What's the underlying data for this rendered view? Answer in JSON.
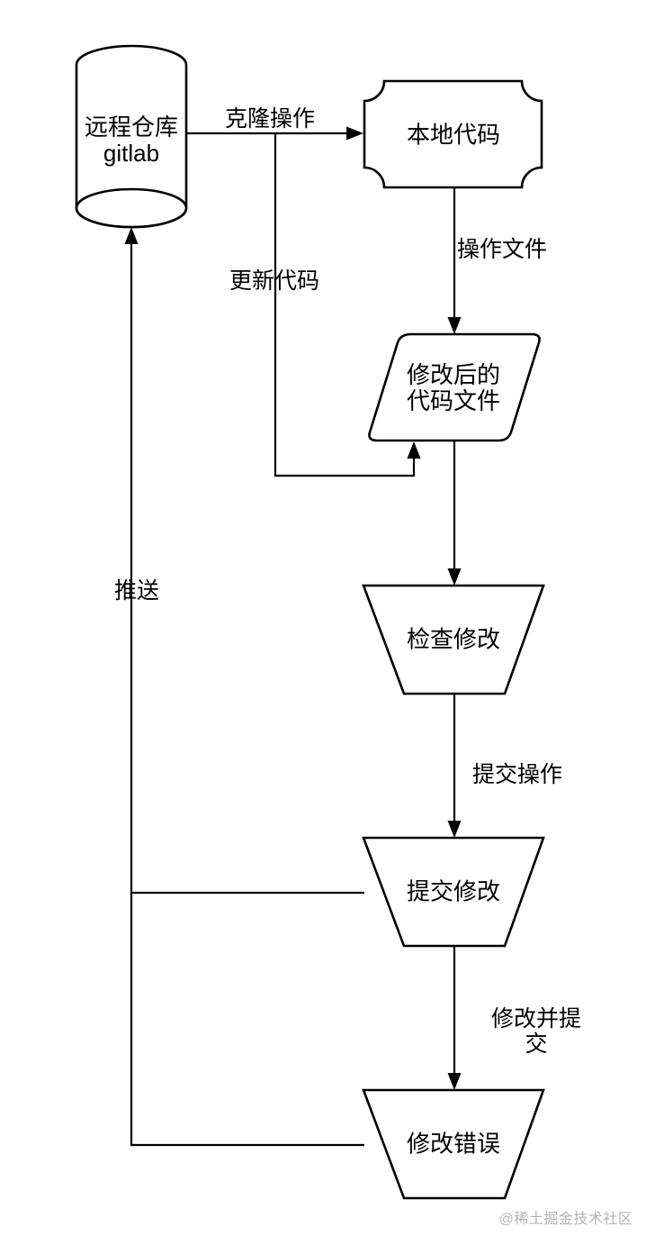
{
  "diagram": {
    "type": "flowchart",
    "colors": {
      "background": "#ffffff",
      "stroke": "#000000",
      "text": "#000000",
      "watermark": "#b3b3b3"
    },
    "nodes": {
      "remote_repo": {
        "shape": "cylinder",
        "label": "远程仓库\ngitlab"
      },
      "local_code": {
        "shape": "plaque",
        "label": "本地代码"
      },
      "modified_files": {
        "shape": "parallelogram",
        "label": "修改后的\n代码文件"
      },
      "check_changes": {
        "shape": "trapezoid",
        "label": "检查修改"
      },
      "commit_changes": {
        "shape": "trapezoid",
        "label": "提交修改"
      },
      "fix_errors": {
        "shape": "trapezoid",
        "label": "修改错误"
      }
    },
    "edge_labels": {
      "clone": "克隆操作",
      "operate_file": "操作文件",
      "update_code": "更新代码",
      "commit": "提交操作",
      "modify_and_commit": "修改并提交",
      "push": "推送"
    },
    "watermark": "@稀土掘金技术社区"
  }
}
